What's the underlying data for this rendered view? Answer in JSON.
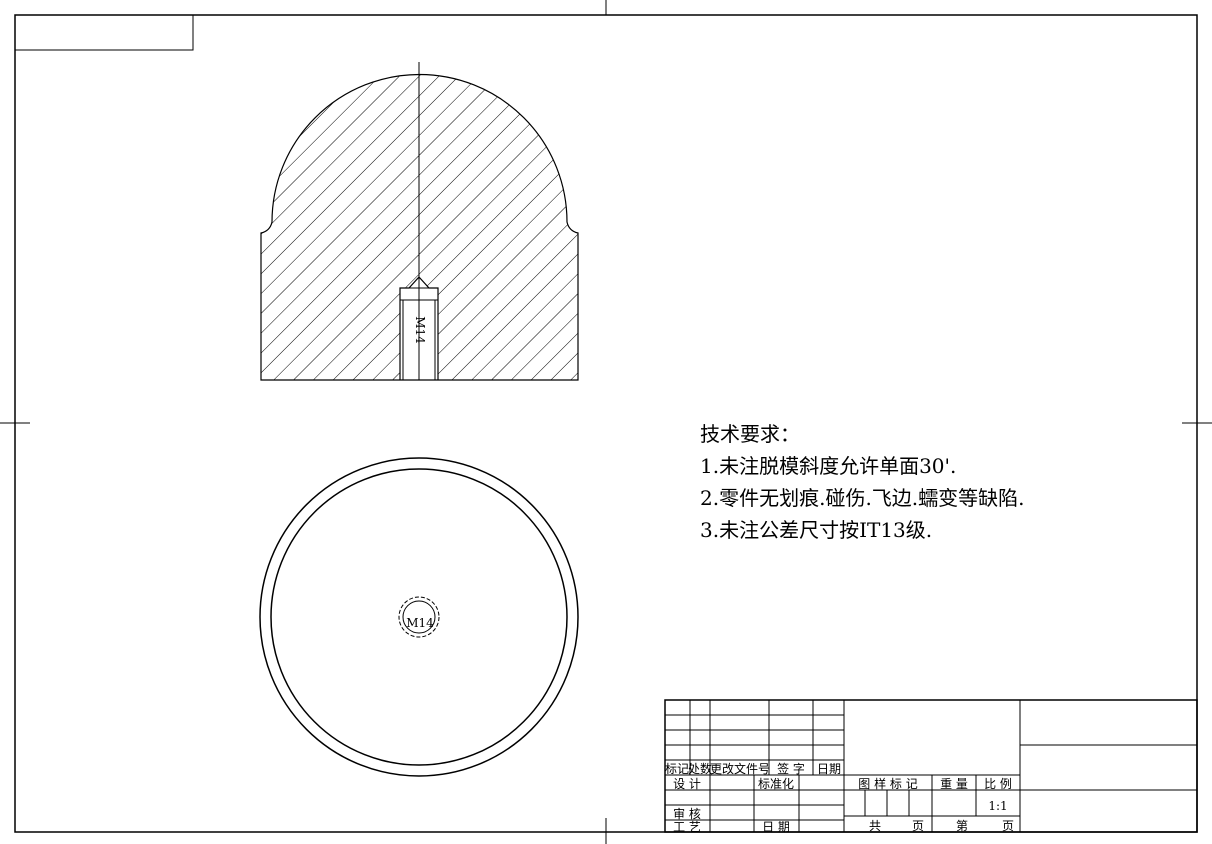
{
  "drawing": {
    "thread_label": "M14",
    "ink_color": "#000000",
    "background_color": "#ffffff"
  },
  "requirements": {
    "title": "技术要求：",
    "items": [
      "1.未注脱模斜度允许单面30'.",
      "2.零件无划痕.碰伤.飞边.蠕变等缺陷.",
      "3.未注公差尺寸按IT13级."
    ]
  },
  "title_block": {
    "mark": "标记",
    "count": "处数",
    "change_doc": "更改文件号",
    "signature": "签 字",
    "date": "日期",
    "design": "设 计",
    "standardize": "标准化",
    "review": "审 核",
    "process": "工 艺",
    "date2": "日 期",
    "drawing_mark": "图 样 标 记",
    "weight": "重 量",
    "scale": "比 例",
    "scale_value": "1:1",
    "total": "共",
    "page": "页",
    "sheet": "第",
    "page2": "页"
  }
}
